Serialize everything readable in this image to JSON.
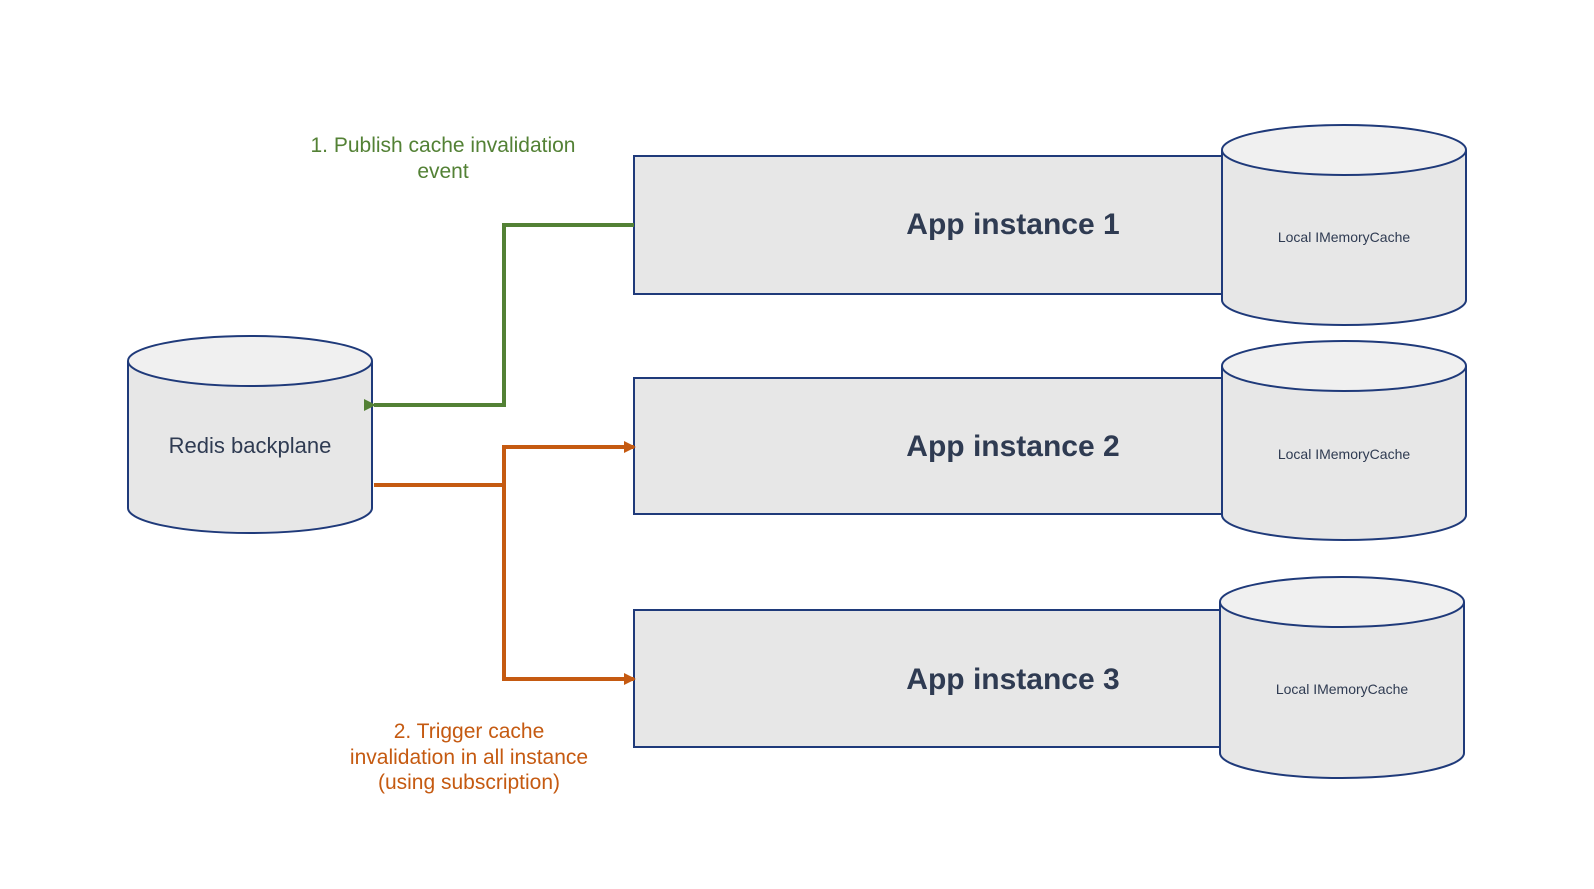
{
  "colors": {
    "box_fill": "#e7e7e7",
    "box_stroke": "#1f3a7a",
    "cylinder_top": "#f0f0f0",
    "text_dark": "#2f3b52",
    "publish_arrow": "#538135",
    "trigger_arrow": "#c55a11"
  },
  "redis": {
    "label": "Redis backplane"
  },
  "instances": [
    {
      "label": "App instance 1",
      "cache_label": "Local IMemoryCache"
    },
    {
      "label": "App instance 2",
      "cache_label": "Local IMemoryCache"
    },
    {
      "label": "App instance 3",
      "cache_label": "Local IMemoryCache"
    }
  ],
  "annotations": {
    "publish": [
      "1. Publish cache invalidation",
      "event"
    ],
    "trigger": [
      "2. Trigger cache",
      "invalidation in all instance",
      "(using subscription)"
    ]
  }
}
